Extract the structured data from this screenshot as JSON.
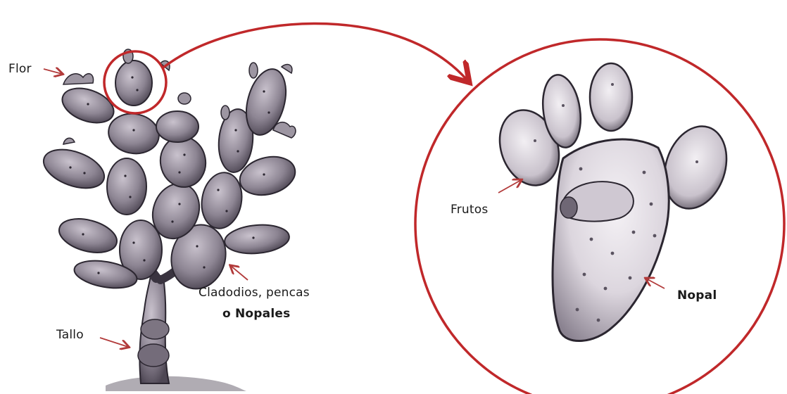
{
  "labels": {
    "flor": "Flor",
    "tallo": "Tallo",
    "cladodios_line1": "Cladodios, pencas",
    "cladodios_line2": "o Nopales",
    "frutos": "Frutos",
    "nopal": "Nopal"
  },
  "colors": {
    "callout_red": "#c0282a",
    "ink": "#2b2630",
    "pad_fill": "#8e8694",
    "pad_light": "#d9d4dc"
  }
}
